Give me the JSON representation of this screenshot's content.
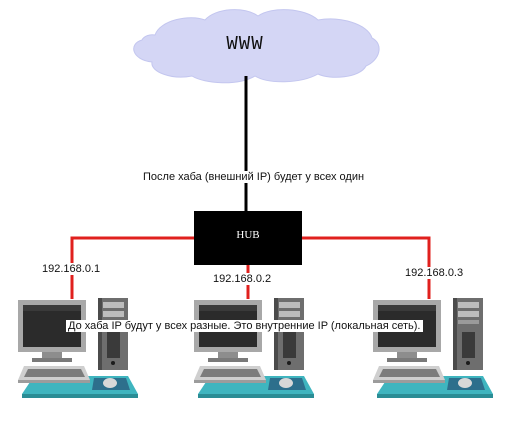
{
  "diagram": {
    "cloud_label": "WWW",
    "hub_label": "HUB",
    "external_note": "После хаба (внешний IP) будет у всех один",
    "internal_note": "До хаба IP будут у всех разные. Это внутренние IP (локальная сеть).",
    "computers": [
      {
        "ip": "192.168.0.1"
      },
      {
        "ip": "192.168.0.2"
      },
      {
        "ip": "192.168.0.3"
      }
    ]
  },
  "colors": {
    "cloud": "#d4d6f5",
    "hub": "#000000",
    "uplink": "#000000",
    "cable": "#e0201e",
    "desk": "#3fb5bf",
    "monitor": "#a8a8a8",
    "screen": "#2b2b2b"
  }
}
